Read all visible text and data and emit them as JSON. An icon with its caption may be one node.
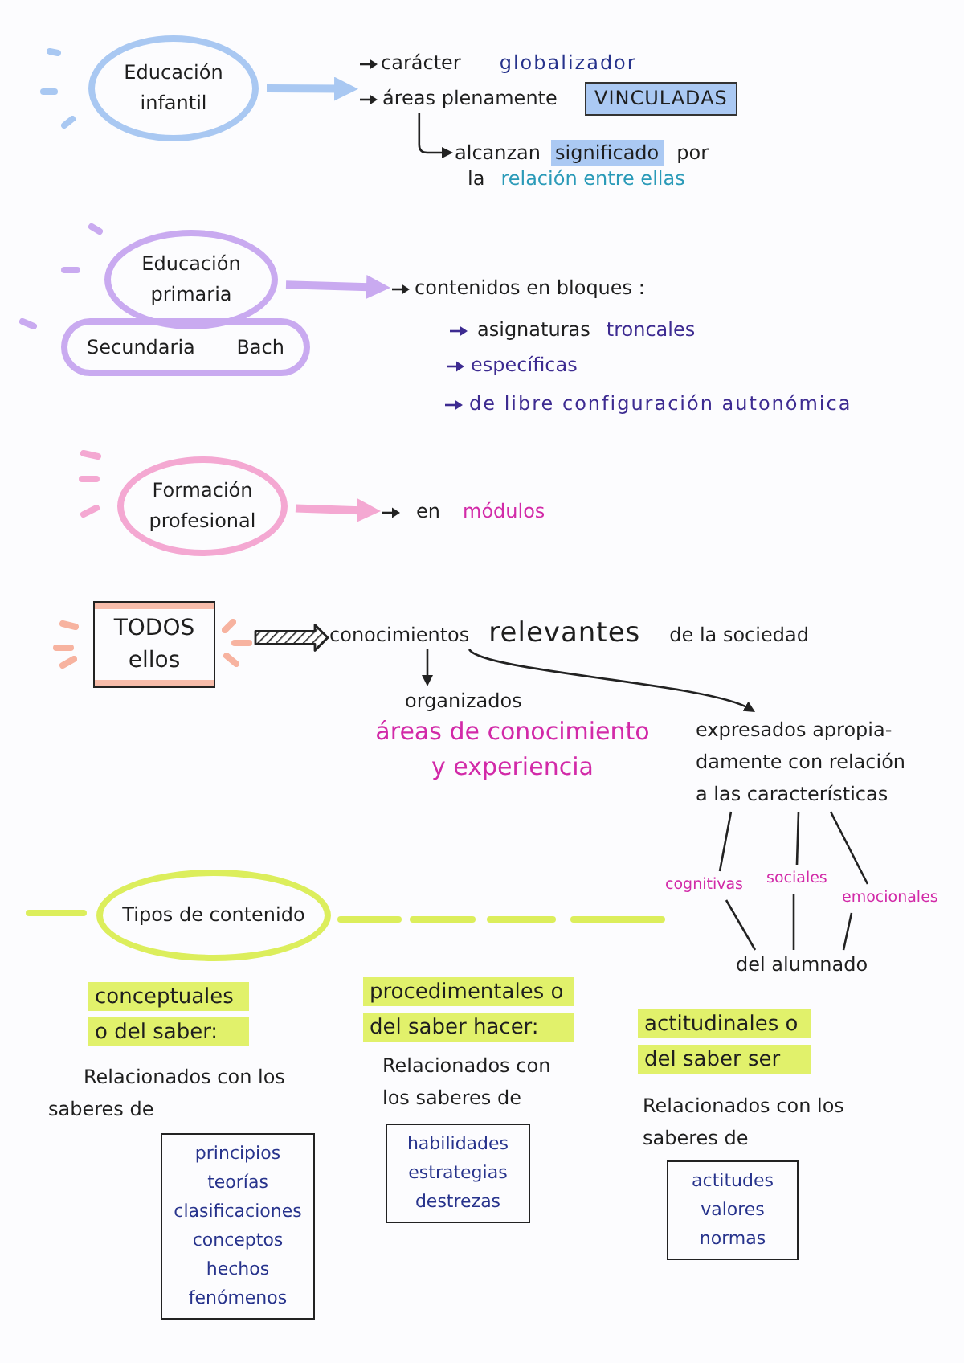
{
  "diagram": {
    "nodes": [
      {
        "text": [
          "Educación infantil"
        ]
      },
      {
        "text": [
          "carácter",
          "globalizador"
        ]
      },
      {
        "text": [
          "áreas plenamente"
        ]
      },
      {
        "text": [
          "VINCULADAS"
        ]
      },
      {
        "text": [
          "alcanzan",
          "significado",
          "por",
          "la",
          "relación entre ellas"
        ]
      },
      {
        "text": [
          "Educación primaria"
        ]
      },
      {
        "text": [
          "Secundaria Bach"
        ]
      },
      {
        "text": [
          "contenidos en bloques :"
        ]
      },
      {
        "text": [
          "asignaturas",
          "troncales"
        ]
      },
      {
        "text": [
          "específicas"
        ]
      },
      {
        "text": [
          "de libre configuración autonómica"
        ]
      },
      {
        "text": [
          "Formación profesional"
        ]
      },
      {
        "text": [
          "en",
          "módulos"
        ]
      },
      {
        "text": [
          "TODOS ellos"
        ]
      },
      {
        "text": [
          "conocimientos",
          "relevantes",
          "de la sociedad"
        ]
      },
      {
        "text": [
          "organizados",
          "áreas de conocimiento y experiencia"
        ]
      },
      {
        "text": [
          "expresados apropia- damente con relación a las características"
        ]
      },
      {
        "text": [
          "cognitivas"
        ]
      },
      {
        "text": [
          "sociales"
        ]
      },
      {
        "text": [
          "emocionales"
        ]
      },
      {
        "text": [
          "del alumnado"
        ]
      },
      {
        "text": [
          "Tipos de contenido"
        ]
      },
      {
        "text": [
          "conceptuales o del saber:"
        ]
      },
      {
        "text": [
          "principios",
          "teorías",
          "clasificaciones",
          "conceptos",
          "hechos",
          "fenómenos"
        ],
        "beside": [
          "Relacionados con los saberes de"
        ]
      },
      {
        "text": [
          "procedimentales o del saber hacer:"
        ]
      },
      {
        "text": [
          "habilidades",
          "estrategias",
          "destrezas"
        ],
        "beside": [
          "Relacionados con los saberes de"
        ]
      },
      {
        "text": [
          "actitudinales o del saber ser"
        ]
      },
      {
        "text": [
          "actitudes",
          "valores",
          "normas"
        ],
        "beside": [
          "Relacionados con los saberes de"
        ]
      }
    ],
    "edges": [
      {
        "from": 0,
        "to": 2,
        "arrow": "to",
        "style": "thick",
        "color": "#a9c8f2"
      },
      {
        "from": 2,
        "to": 4,
        "arrow": "to"
      },
      {
        "from": 5,
        "to": 7,
        "arrow": "to",
        "style": "thick",
        "color": "#c9aaf0"
      },
      {
        "from": 11,
        "to": 12,
        "arrow": "to",
        "style": "thick",
        "color": "#f4a8d2"
      },
      {
        "from": 13,
        "to": 14,
        "arrow": "to",
        "style": "thick"
      },
      {
        "from": 14,
        "to": 15,
        "arrow": "to"
      },
      {
        "from": 14,
        "to": 16,
        "arrow": "to"
      },
      {
        "from": 16,
        "to": 17,
        "arrow": "none"
      },
      {
        "from": 16,
        "to": 18,
        "arrow": "none"
      },
      {
        "from": 16,
        "to": 19,
        "arrow": "none"
      },
      {
        "from": 17,
        "to": 20,
        "arrow": "none"
      },
      {
        "from": 18,
        "to": 20,
        "arrow": "none"
      },
      {
        "from": 19,
        "to": 20,
        "arrow": "none"
      }
    ]
  }
}
